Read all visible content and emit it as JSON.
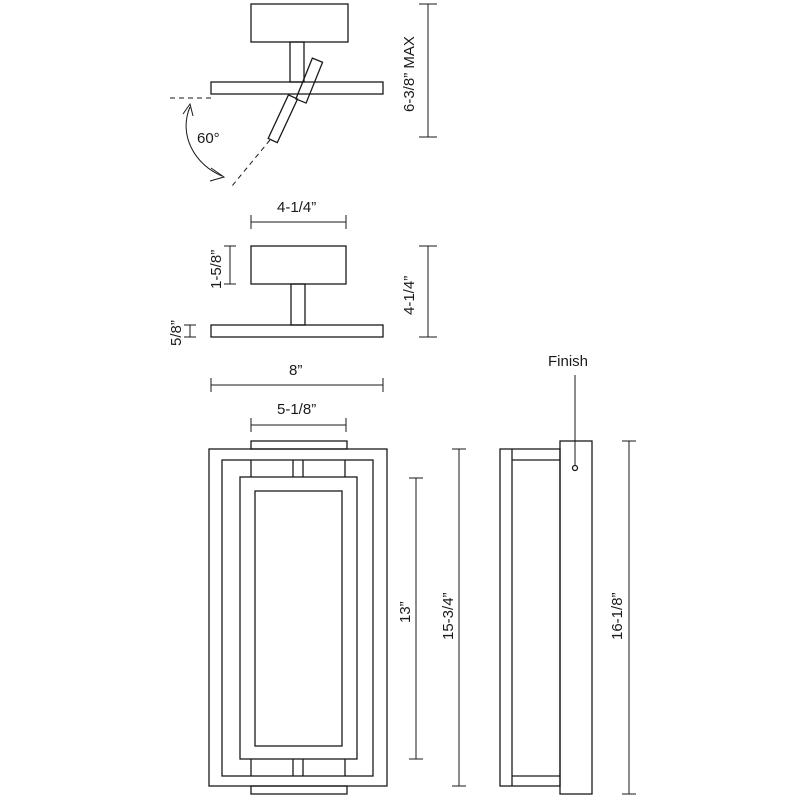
{
  "dimensions": {
    "max_projection": "6-3/8” MAX",
    "angle": "60°",
    "canopy_width": "4-1/4”",
    "canopy_height": "1-5/8”",
    "total_depth": "4-1/4”",
    "plate_thickness": "5/8”",
    "overall_width": "8”",
    "inner_width": "5-1/8”",
    "inner_height": "13”",
    "frame_height": "15-3/4”",
    "overall_height": "16-1/8”"
  },
  "callouts": {
    "finish": "Finish"
  }
}
